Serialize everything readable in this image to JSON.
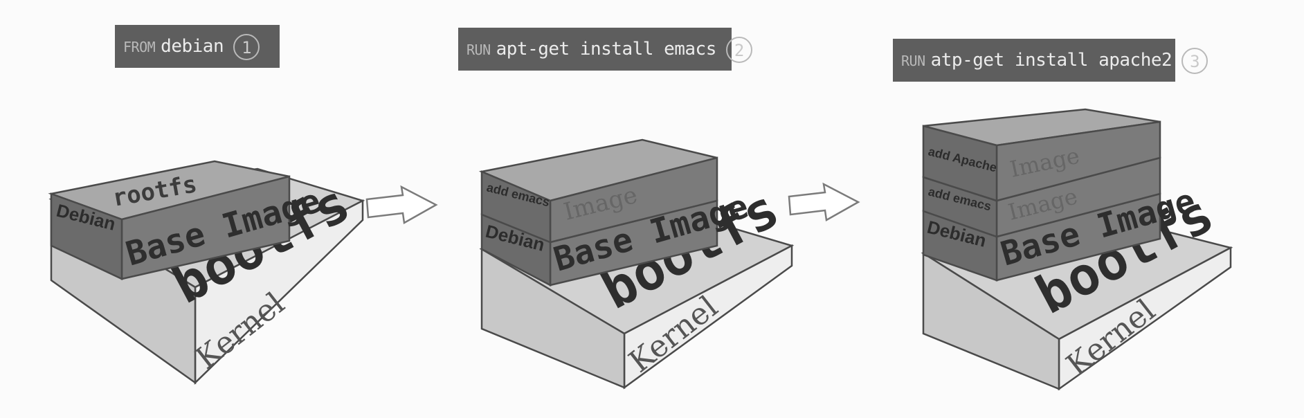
{
  "steps": [
    {
      "keyword": "FROM",
      "command": "debian",
      "number": "1"
    },
    {
      "keyword": "RUN",
      "command": "apt-get install emacs",
      "number": "2"
    },
    {
      "keyword": "RUN",
      "command": "atp-get install apache2",
      "number": "3"
    }
  ],
  "layers": {
    "kernel": "Kernel",
    "bootfs": "bootfs",
    "rootfs": "rootfs",
    "base_image": "Base Image",
    "image": "Image",
    "debian": "Debian",
    "add_emacs": "add emacs",
    "add_apache": "add Apache"
  }
}
